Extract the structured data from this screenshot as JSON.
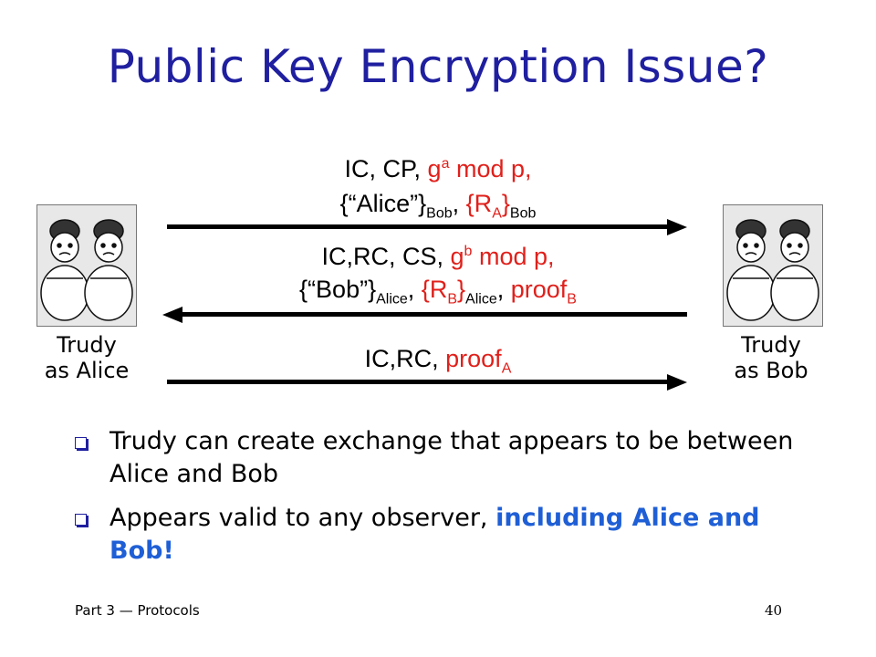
{
  "title": "Public Key Encryption Issue?",
  "messages": {
    "m1": {
      "line1_a": "IC, CP, ",
      "line1_g": "g",
      "line1_gsup": "a",
      "line1_b": " mod p,",
      "line2_a": "{“Alice”}",
      "line2_sub1": "Bob",
      "line2_sep": ", ",
      "line2_r": "{R",
      "line2_rsub": "A",
      "line2_rclose": "}",
      "line2_sub2": "Bob"
    },
    "m2": {
      "line1_a": "IC,RC, CS, ",
      "line1_g": "g",
      "line1_gsup": "b",
      "line1_b": " mod p,",
      "line2_a": "{“Bob”}",
      "line2_sub1": "Alice",
      "line2_sep": ", ",
      "line2_r": "{R",
      "line2_rsub": "B",
      "line2_rclose": "}",
      "line2_sub2": "Alice",
      "line2_sep2": ", ",
      "line2_proof": "proof",
      "line2_proofsub": "B"
    },
    "m3": {
      "text": "IC,RC, ",
      "proof": "proof",
      "proofsub": "A"
    }
  },
  "left_party": {
    "line1": "Trudy",
    "line2": "as Alice",
    "image": "tweedle-twins-illustration"
  },
  "right_party": {
    "line1": "Trudy",
    "line2": "as Bob",
    "image": "tweedle-twins-illustration"
  },
  "bullets": [
    {
      "text": "Trudy can create exchange that appears to be between Alice and Bob"
    },
    {
      "text": "Appears valid to any observer, ",
      "highlight": "including Alice and Bob!"
    }
  ],
  "footer": {
    "left": "Part 3 — Protocols",
    "page": "40"
  },
  "colors": {
    "title": "#1f1fa0",
    "red": "#e0201b",
    "highlight": "#1f5fd6"
  }
}
